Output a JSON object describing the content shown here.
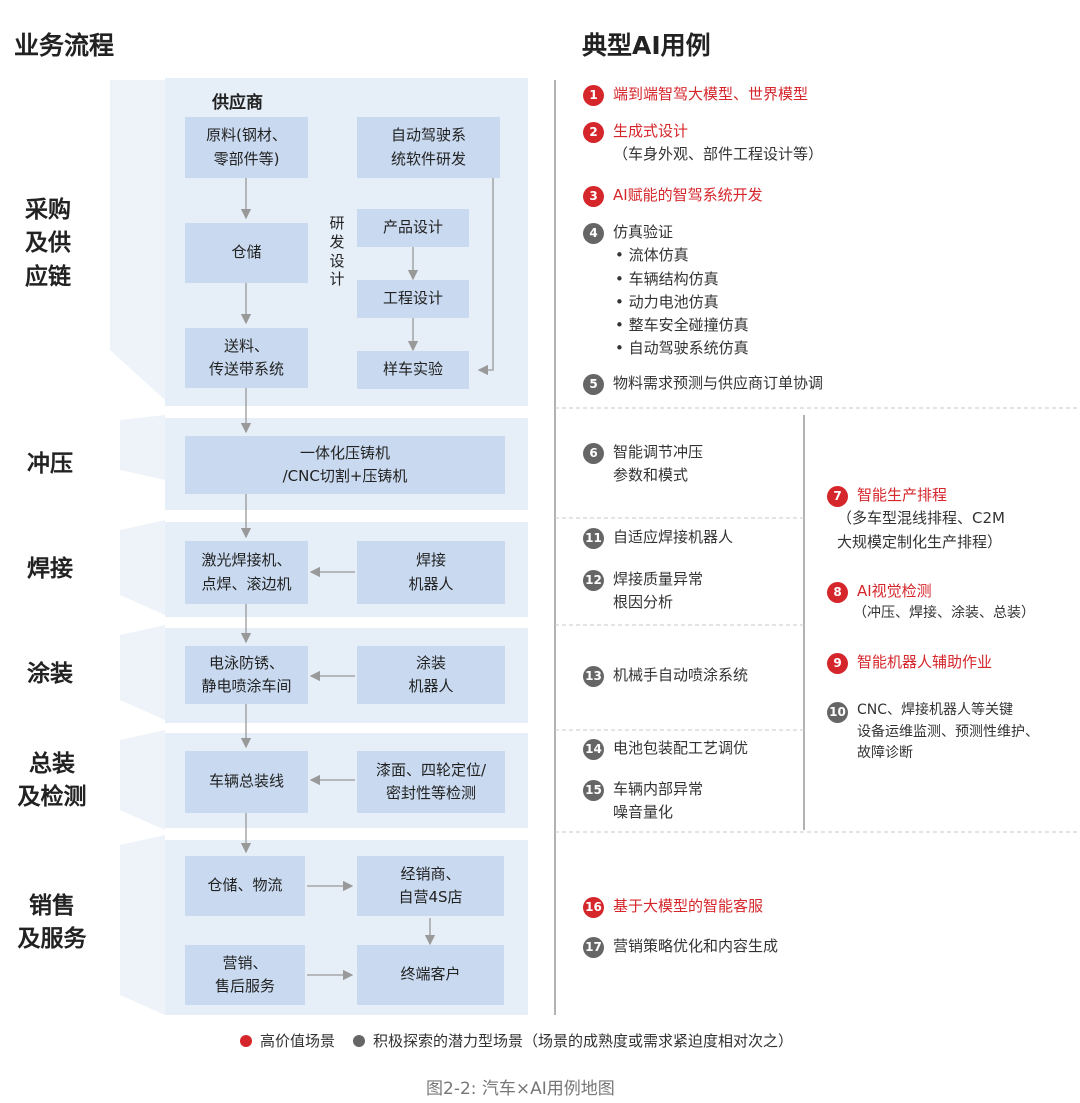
{
  "headings": {
    "process": "业务流程",
    "ai_cases": "典型AI用例"
  },
  "stages": [
    {
      "label": "采购\n及供\n应链"
    },
    {
      "label": "冲压"
    },
    {
      "label": "焊接"
    },
    {
      "label": "涂装"
    },
    {
      "label": "总装\n及检测"
    },
    {
      "label": "销售\n及服务"
    }
  ],
  "supply": {
    "title": "供应商",
    "raw_material": "原料(钢材、\n零部件等)",
    "storage": "仓储",
    "feeding": "送料、\n传送带系统",
    "ad_software": "自动驾驶系\n统软件研发",
    "rd_label": "研\n发\n设\n计",
    "product_design": "产品设计",
    "engineering_design": "工程设计",
    "prototype_test": "样车实验"
  },
  "stamping": {
    "machine": "一体化压铸机\n/CNC切割+压铸机"
  },
  "welding": {
    "machines": "激光焊接机、\n点焊、滚边机",
    "robot": "焊接\n机器人"
  },
  "painting": {
    "workshop": "电泳防锈、\n静电喷涂车间",
    "robot": "涂装\n机器人"
  },
  "assembly": {
    "line": "车辆总装线",
    "inspection": "漆面、四轮定位/\n密封性等检测"
  },
  "sales": {
    "logistics": "仓储、物流",
    "dealers": "经销商、\n自营4S店",
    "marketing": "营销、\n售后服务",
    "customer": "终端客户"
  },
  "use_cases": {
    "c1": {
      "num": "1",
      "text": "端到端智驾大模型、世界模型",
      "tier": "high"
    },
    "c2": {
      "num": "2",
      "text": "生成式设计",
      "sub": "（车身外观、部件工程设计等）",
      "tier": "high"
    },
    "c3": {
      "num": "3",
      "text": "AI赋能的智驾系统开发",
      "tier": "high"
    },
    "c4": {
      "num": "4",
      "text": "仿真验证",
      "tier": "potential",
      "bullets": [
        "流体仿真",
        "车辆结构仿真",
        "动力电池仿真",
        "整车安全碰撞仿真",
        "自动驾驶系统仿真"
      ]
    },
    "c5": {
      "num": "5",
      "text": "物料需求预测与供应商订单协调",
      "tier": "potential"
    },
    "c6": {
      "num": "6",
      "text": "智能调节冲压\n参数和模式",
      "tier": "potential"
    },
    "c7": {
      "num": "7",
      "text": "智能生产排程",
      "sub": "（多车型混线排程、C2M\n大规模定制化生产排程）",
      "tier": "high"
    },
    "c8": {
      "num": "8",
      "text": "AI视觉检测",
      "sub": "（冲压、焊接、涂装、总装）",
      "tier": "high"
    },
    "c9": {
      "num": "9",
      "text": "智能机器人辅助作业",
      "tier": "high"
    },
    "c10": {
      "num": "10",
      "text": "CNC、焊接机器人等关键\n设备运维监测、预测性维护、\n故障诊断",
      "tier": "potential"
    },
    "c11": {
      "num": "11",
      "text": "自适应焊接机器人",
      "tier": "potential"
    },
    "c12": {
      "num": "12",
      "text": "焊接质量异常\n根因分析",
      "tier": "potential"
    },
    "c13": {
      "num": "13",
      "text": "机械手自动喷涂系统",
      "tier": "potential"
    },
    "c14": {
      "num": "14",
      "text": "电池包装配工艺调优",
      "tier": "potential"
    },
    "c15": {
      "num": "15",
      "text": "车辆内部异常\n噪音量化",
      "tier": "potential"
    },
    "c16": {
      "num": "16",
      "text": "基于大模型的智能客服",
      "tier": "high"
    },
    "c17": {
      "num": "17",
      "text": "营销策略优化和内容生成",
      "tier": "potential"
    }
  },
  "legend": {
    "high": "高价值场景",
    "potential": "积极探索的潜力型场景（场景的成熟度或需求紧迫度相对次之）",
    "high_color": "#d5262b",
    "potential_color": "#666666"
  },
  "caption": "图2-2: 汽车×AI用例地图"
}
